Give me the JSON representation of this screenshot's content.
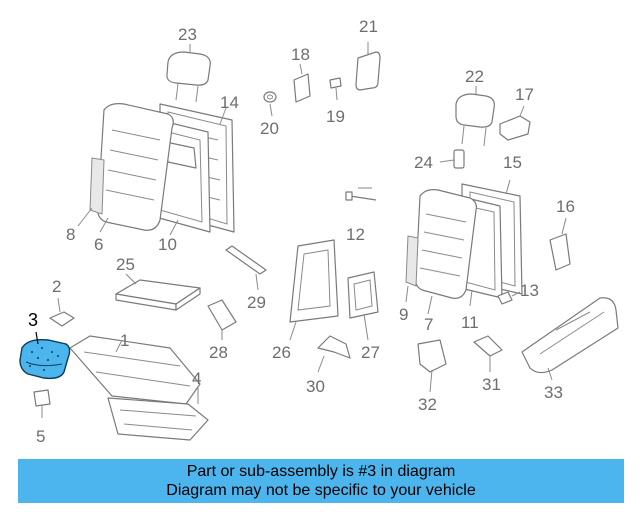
{
  "diagram": {
    "highlight_color": "#4cb5ee",
    "callouts": {
      "c1": "1",
      "c2": "2",
      "c3": "3",
      "c4": "4",
      "c5": "5",
      "c6": "6",
      "c7": "7",
      "c8": "8",
      "c9": "9",
      "c10": "10",
      "c11": "11",
      "c12": "12",
      "c13": "13",
      "c14": "14",
      "c15": "15",
      "c16": "16",
      "c17": "17",
      "c18": "18",
      "c19": "19",
      "c20": "20",
      "c21": "21",
      "c22": "22",
      "c23": "23",
      "c24": "24",
      "c25": "25",
      "c26": "26",
      "c27": "27",
      "c28": "28",
      "c29": "29",
      "c30": "30",
      "c31": "31",
      "c32": "32",
      "c33": "33"
    }
  },
  "banner": {
    "line1": "Part or sub-assembly is #3 in diagram",
    "line2": "Diagram may not be specific to your vehicle",
    "background": "#4cb5ee"
  }
}
